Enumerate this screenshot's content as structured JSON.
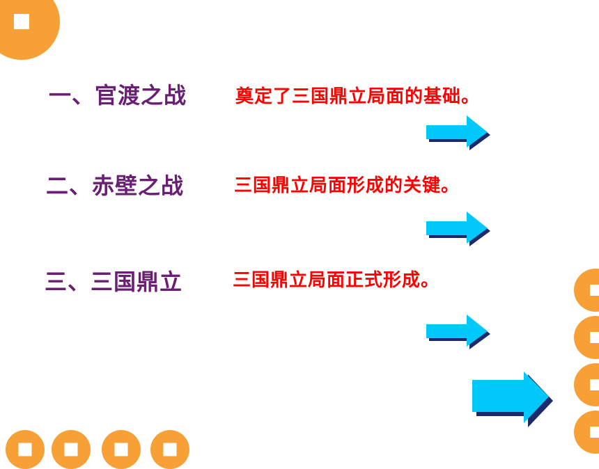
{
  "rows": [
    {
      "title": "一、官渡之战",
      "desc": "奠定了三国鼎立局面的基础。"
    },
    {
      "title": "二、赤壁之战",
      "desc": "三国鼎立局面形成的关键。"
    },
    {
      "title": "三、三国鼎立",
      "desc": "三国鼎立局面正式形成。"
    }
  ],
  "colors": {
    "title": "#6a1e74",
    "desc": "#ff0000",
    "arrow": "#00c8f8",
    "coin": "#f7a035"
  },
  "icons": [
    "coin-icon",
    "right-arrow-icon"
  ]
}
